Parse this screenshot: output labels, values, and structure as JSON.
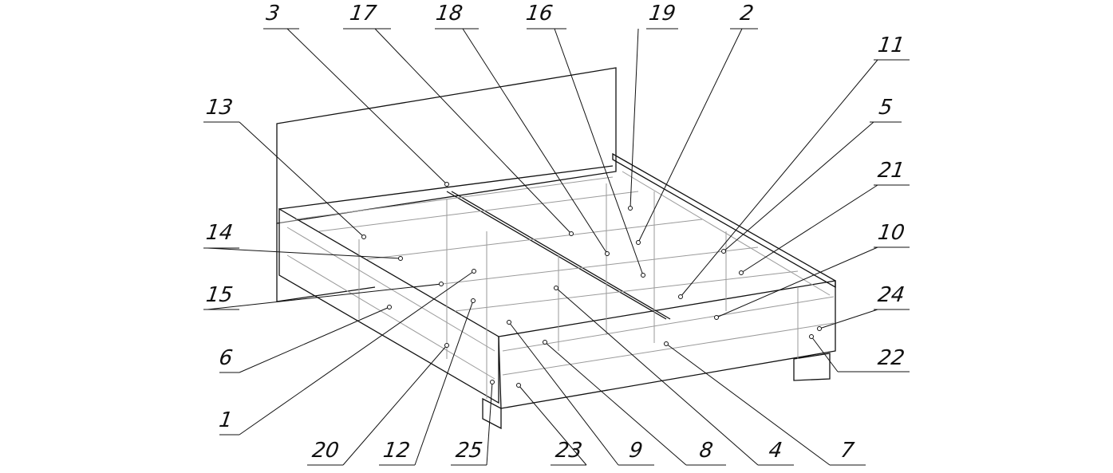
{
  "title": "Bed assembly exploded view with part callouts",
  "callouts": [
    "3",
    "17",
    "18",
    "16",
    "19",
    "2",
    "11",
    "5",
    "21",
    "10",
    "24",
    "22",
    "13",
    "14",
    "15",
    "6",
    "1",
    "20",
    "12",
    "25",
    "23",
    "9",
    "8",
    "4",
    "7"
  ],
  "colors": {
    "outline": "#111111",
    "hidden": "#9a9a9a"
  }
}
